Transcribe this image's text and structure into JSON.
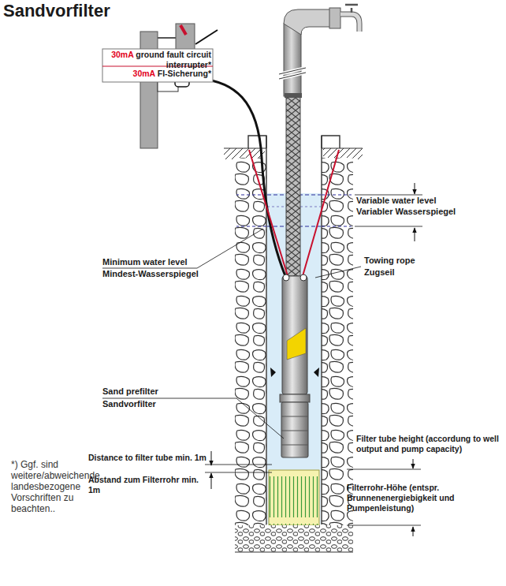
{
  "diagram": {
    "title": "Sandvorfilter",
    "labels": [
      "30mA ground fault circuit interrupter*",
      "30mA FI-Sicherung*",
      "Variable water level",
      "Variabler Wasserspiegel",
      "Minimum water level",
      "Mindest-Wasserspiegel",
      "Towing rope",
      "Zugseil",
      "Sand prefilter",
      "Sandvorfilter",
      "Filter tube height (accordung to well output and pump capacity)",
      "Distance to filter tube min. 1m",
      "Abstand zum Filterrohr min. 1m",
      "Filterrohr-Höhe (entspr. Brunnenenergiebigkeit und Pumpenleistung)",
      "*) Ggf. sind weitere/abweichende landesbezogene Vorschriften zu beachten.."
    ]
  }
}
